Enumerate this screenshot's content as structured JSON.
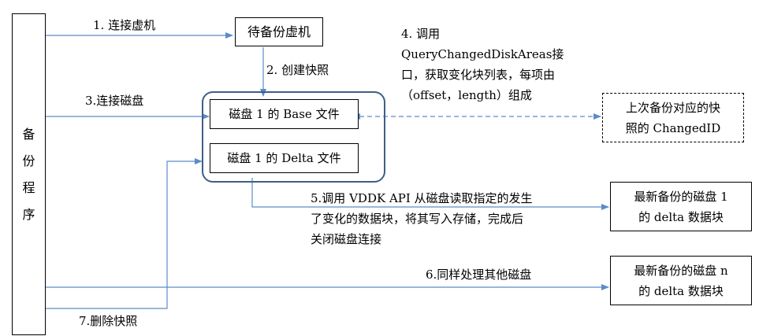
{
  "colors": {
    "arrow": "#5b8cc7",
    "group_border": "#3f5f88"
  },
  "program": [
    "备",
    "份",
    "程",
    "序"
  ],
  "boxes": {
    "vm": "待备份虚机",
    "base_file": "磁盘 1 的 Base 文件",
    "delta_file": "磁盘 1 的 Delta 文件",
    "changed_id": [
      "上次备份对应的快",
      "照的 ChangedID"
    ],
    "latest_disk1": [
      "最新备份的磁盘 1",
      "的 delta 数据块"
    ],
    "latest_diskn": [
      "最新备份的磁盘 n",
      "的 delta 数据块"
    ]
  },
  "labels": {
    "step1": "1. 连接虚机",
    "step2": "2. 创建快照",
    "step3": "3.连接磁盘",
    "step4": [
      "4. 调用",
      "QueryChangedDiskAreas接",
      "口，获取变化块列表，每项由",
      "（offset，length）组成"
    ],
    "step5": [
      "5.调用 VDDK API 从磁盘读取指定的发生",
      "了变化的数据块，将其写入存储，完成后",
      "关闭磁盘连接"
    ],
    "step6": "6.同样处理其他磁盘",
    "step7": "7.删除快照"
  }
}
